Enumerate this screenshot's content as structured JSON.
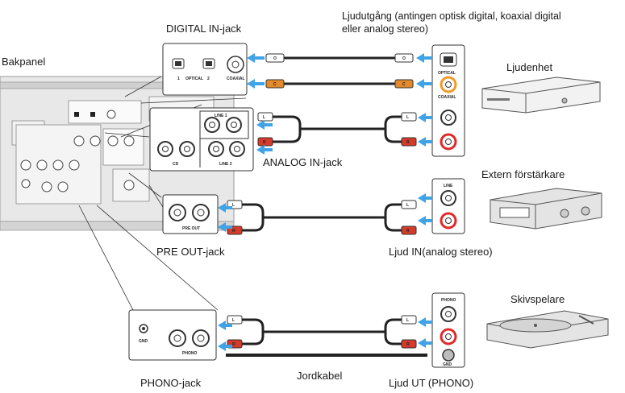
{
  "labels": {
    "digital_in_jack": "DIGITAL IN-jack",
    "audio_output": "Ljudutgång (antingen optisk digital, koaxial digital",
    "audio_output_line2": "eller analog stereo)",
    "back_panel": "Bakpanel",
    "audio_unit": "Ljudenhet",
    "analog_in_jack": "ANALOG IN-jack",
    "external_amp": "Extern förstärkare",
    "pre_out_jack": "PRE OUT-jack",
    "audio_in": "Ljud IN(analog stereo)",
    "turntable": "Skivspelare",
    "phono_jack": "PHONO-jack",
    "ground_cable": "Jordkabel",
    "audio_out_phono": "Ljud UT (PHONO)"
  },
  "jack_text": {
    "optical": "OPTICAL",
    "coaxial": "COAXIAL",
    "one": "1",
    "two": "2",
    "line1": "LINE 1",
    "line2": "LINE 2",
    "line": "LINE",
    "cd": "CD",
    "pre_out": "PRE OUT",
    "phono": "PHONO",
    "gnd": "GND",
    "l": "L",
    "r": "R",
    "o": "O",
    "c": "C"
  },
  "colors": {
    "arrow": "#3fa3e6",
    "plug_red": "#d63a2a",
    "plug_orange": "#e38a2c",
    "jack_red": "#e02a2a",
    "jack_orange": "#f09a2a",
    "panel_gray": "#d9d9d9"
  }
}
